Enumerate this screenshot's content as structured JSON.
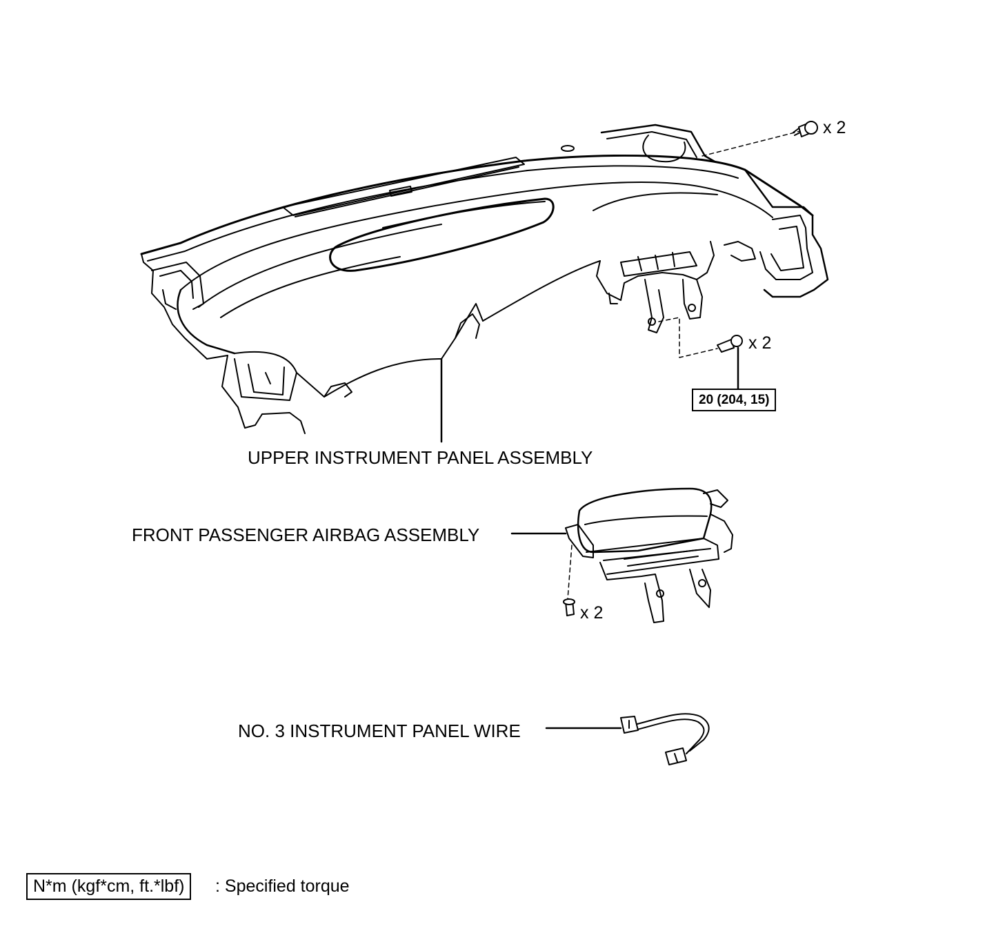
{
  "parts": {
    "upper_panel": "UPPER INSTRUMENT PANEL ASSEMBLY",
    "airbag": "FRONT PASSENGER AIRBAG ASSEMBLY",
    "wire": "NO. 3 INSTRUMENT PANEL WIRE"
  },
  "fasteners": {
    "top_right_count": "x 2",
    "mid_right_count": "x 2",
    "airbag_count": "x 2"
  },
  "torque": {
    "mid_right_bolt": "20 (204, 15)"
  },
  "legend": {
    "unit_box": "N*m (kgf*cm, ft.*lbf)",
    "description": ": Specified torque"
  },
  "colors": {
    "line": "#000000",
    "background": "#ffffff"
  }
}
